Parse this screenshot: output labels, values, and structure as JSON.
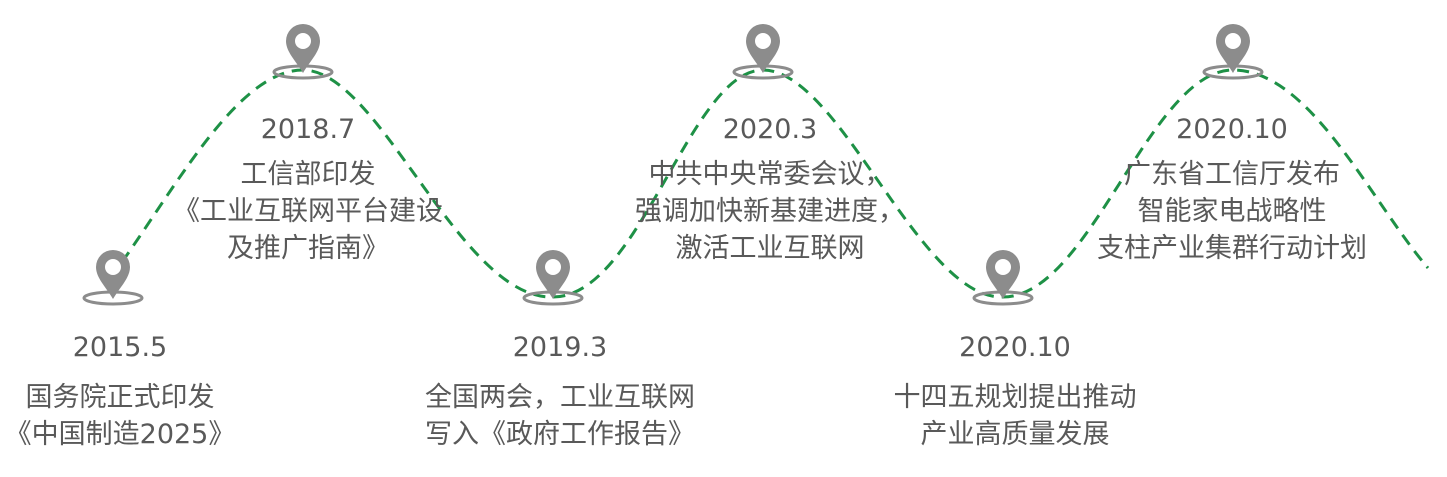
{
  "diagram": {
    "type": "timeline",
    "line_color": "#1E9146",
    "pin_color": "#8C8C8C",
    "text_color": "#595959",
    "milestones": [
      {
        "date": "2015.5",
        "lines": [
          "国务院正式印发",
          "《中国制造2025》"
        ],
        "position": "bottom"
      },
      {
        "date": "2018.7",
        "lines": [
          "工信部印发",
          "《工业互联网平台建设",
          "及推广指南》"
        ],
        "position": "top"
      },
      {
        "date": "2019.3",
        "lines": [
          "全国两会，工业互联网",
          "写入《政府工作报告》"
        ],
        "position": "bottom"
      },
      {
        "date": "2020.3",
        "lines": [
          "中共中央常委会议，",
          "强调加快新基建进度，",
          "激活工业互联网"
        ],
        "position": "top"
      },
      {
        "date": "2020.10",
        "lines": [
          "十四五规划提出推动",
          "产业高质量发展"
        ],
        "position": "bottom"
      },
      {
        "date": "2020.10",
        "lines": [
          "广东省工信厅发布",
          "智能家电战略性",
          "支柱产业集群行动计划"
        ],
        "position": "top"
      }
    ]
  }
}
